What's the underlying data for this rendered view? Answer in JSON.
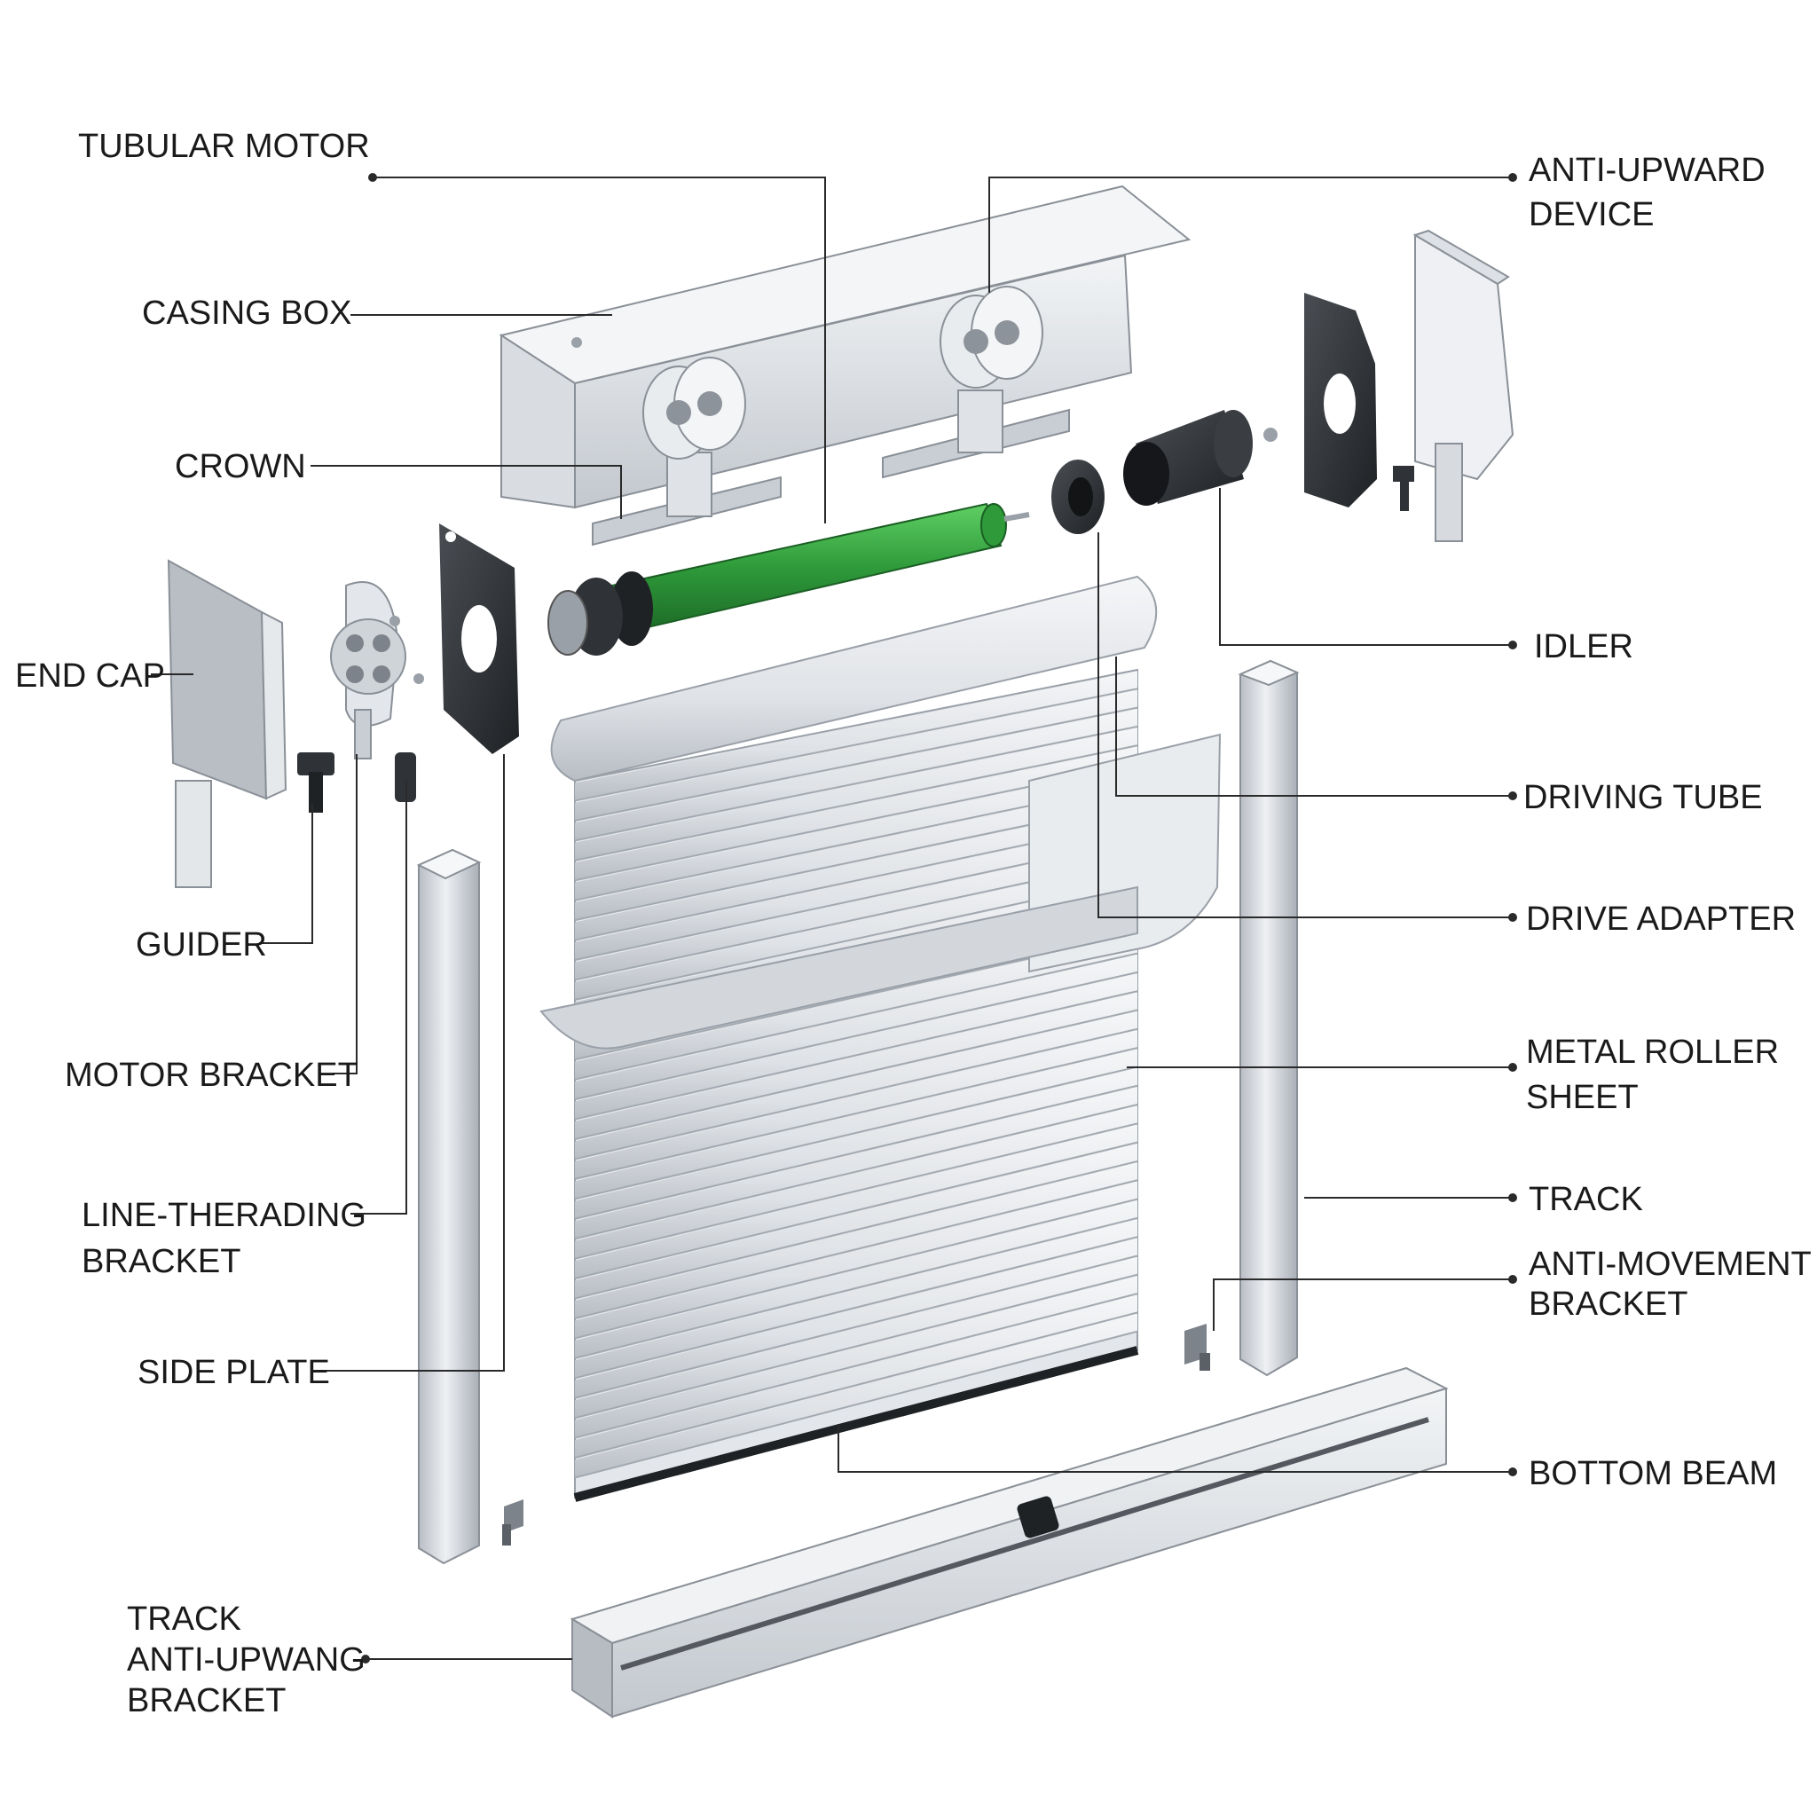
{
  "labels": {
    "tubular_motor": "TUBULAR MOTOR",
    "casing_box": "CASING BOX",
    "crown": "CROWN",
    "end_cap": "END CAP",
    "guider": "GUIDER",
    "motor_bracket": "MOTOR BRACKET",
    "line_threading_bracket": [
      "LINE-THERADING",
      "BRACKET"
    ],
    "side_plate": "SIDE PLATE",
    "track_anti_upwang_bracket": [
      "TRACK",
      "ANTI-UPWANG",
      "BRACKET"
    ],
    "anti_upward_device": [
      "ANTI-UPWARD",
      "DEVICE"
    ],
    "idler": "IDLER",
    "driving_tube": "DRIVING TUBE",
    "drive_adapter": "DRIVE ADAPTER",
    "metal_roller_sheet": [
      "METAL ROLLER",
      "SHEET"
    ],
    "track": "TRACK",
    "anti_movement_bracket": [
      "ANTI-MOVEMENT",
      "BRACKET"
    ],
    "bottom_beam": "BOTTOM BEAM"
  },
  "colors": {
    "motor_green": "#2e9a3a",
    "aluminium": "#d7dbe0",
    "dark_part": "#2f3236",
    "leader_line": "#2a2a2a"
  }
}
